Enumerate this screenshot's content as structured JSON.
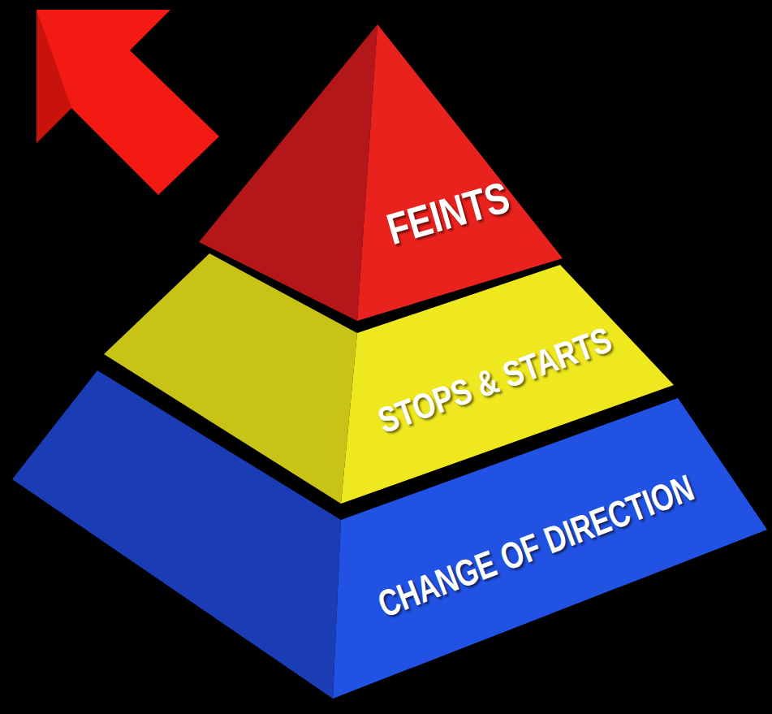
{
  "diagram": {
    "nodes": [
      {
        "text": [
          "FEINTS"
        ]
      },
      {
        "text": [
          "STOPS & STARTS"
        ]
      },
      {
        "text": [
          "CHANGE OF DIRECTION"
        ]
      }
    ]
  }
}
